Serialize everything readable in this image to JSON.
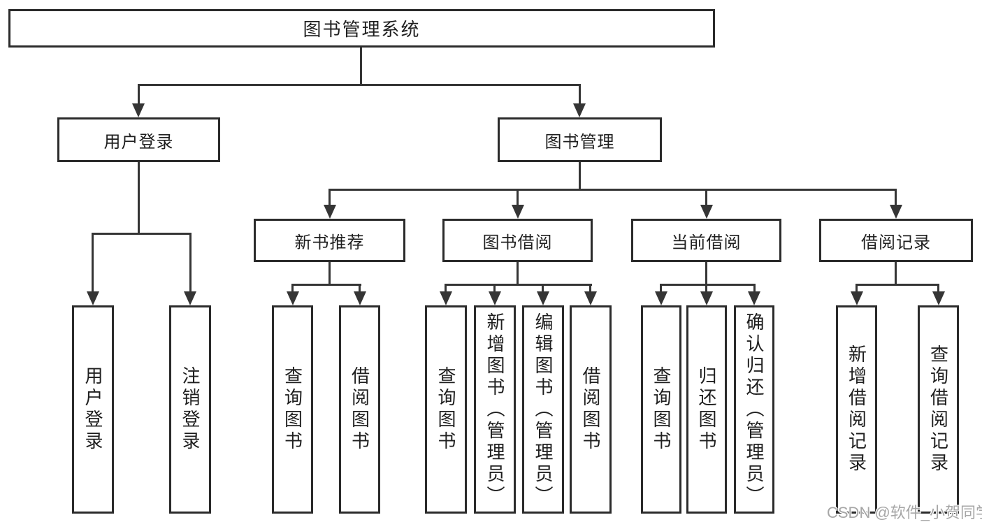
{
  "diagram": {
    "type": "hierarchy-tree",
    "colors": {
      "line": "#353535",
      "box_border": "#2b2b2b",
      "text": "#1f1f1f",
      "background": "#ffffff",
      "watermark": "#a6a6a6"
    },
    "nodes": {
      "root": {
        "label": "图书管理系统"
      },
      "user_login": {
        "label": "用户登录"
      },
      "book_mgmt": {
        "label": "图书管理"
      },
      "new_book_rec": {
        "label": "新书推荐"
      },
      "book_borrow": {
        "label": "图书借阅"
      },
      "current_borrow": {
        "label": "当前借阅"
      },
      "borrow_records": {
        "label": "借阅记录"
      },
      "leaf_user_login": {
        "label": "用户登录"
      },
      "leaf_logout": {
        "label": "注销登录"
      },
      "leaf_rec_query": {
        "label": "查询图书"
      },
      "leaf_rec_borrow": {
        "label": "借阅图书"
      },
      "leaf_bb_query": {
        "label": "查询图书"
      },
      "leaf_bb_add": {
        "label": "新增图书（管理员）"
      },
      "leaf_bb_edit": {
        "label": "编辑图书（管理员）"
      },
      "leaf_bb_borrow": {
        "label": "借阅图书"
      },
      "leaf_cb_query": {
        "label": "查询图书"
      },
      "leaf_cb_return": {
        "label": "归还图书"
      },
      "leaf_cb_confirm": {
        "label": "确认归还（管理员）"
      },
      "leaf_br_add": {
        "label": "新增借阅记录"
      },
      "leaf_br_query": {
        "label": "查询借阅记录"
      }
    },
    "edges": [
      [
        "图书管理系统",
        "用户登录"
      ],
      [
        "图书管理系统",
        "图书管理"
      ],
      [
        "用户登录",
        "用户登录(叶)"
      ],
      [
        "用户登录",
        "注销登录"
      ],
      [
        "图书管理",
        "新书推荐"
      ],
      [
        "图书管理",
        "图书借阅"
      ],
      [
        "图书管理",
        "当前借阅"
      ],
      [
        "图书管理",
        "借阅记录"
      ],
      [
        "新书推荐",
        "查询图书"
      ],
      [
        "新书推荐",
        "借阅图书"
      ],
      [
        "图书借阅",
        "查询图书"
      ],
      [
        "图书借阅",
        "新增图书（管理员）"
      ],
      [
        "图书借阅",
        "编辑图书（管理员）"
      ],
      [
        "图书借阅",
        "借阅图书"
      ],
      [
        "当前借阅",
        "查询图书"
      ],
      [
        "当前借阅",
        "归还图书"
      ],
      [
        "当前借阅",
        "确认归还（管理员）"
      ],
      [
        "借阅记录",
        "新增借阅记录"
      ],
      [
        "借阅记录",
        "查询借阅记录"
      ]
    ],
    "watermark": {
      "text": "CSDN @软件_小贺同学"
    }
  }
}
